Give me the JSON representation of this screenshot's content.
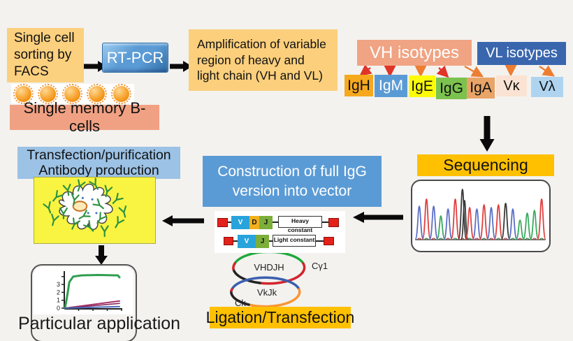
{
  "canvas": {
    "bg": "#F3F2EF"
  },
  "boxes": {
    "facs": {
      "text": "Single cell sorting by FACS",
      "bg": "#FBD07E"
    },
    "rtpcr": {
      "text": "RT-PCR"
    },
    "amplification": {
      "text": "Amplification of variable region of heavy and light chain (VH and VL)",
      "bg": "#FBCF7C"
    },
    "single_memory": {
      "text": "Single memory B-cells",
      "bg": "#F1A183"
    },
    "vh_isotypes": {
      "text": "VH isotypes",
      "bg": "#F0A483"
    },
    "vl_isotypes": {
      "text": "VL isotypes",
      "bg": "#3A66AE"
    },
    "sequencing": {
      "text": "Sequencing",
      "bg": "#FFC000"
    },
    "construction": {
      "line1": "Construction of full IgG",
      "line2": "version into  vector",
      "bg": "#5B9BD5"
    },
    "transfection": {
      "line1": "Transfection/purification",
      "line2": "Antibody production",
      "bg": "#9CC2E5"
    },
    "ligation": {
      "text": "Ligation/Transfection",
      "bg": "#FFC000"
    },
    "application": {
      "text": "Particular application"
    }
  },
  "isotypes": [
    {
      "label": "IgH",
      "bg": "#F6A81E",
      "fg": "#111111"
    },
    {
      "label": "IgM",
      "bg": "#5B9BD5",
      "fg": "#ffffff"
    },
    {
      "label": "IgE",
      "bg": "#FCFC0A",
      "fg": "#111111"
    },
    {
      "label": "IgG",
      "bg": "#7CC24E",
      "fg": "#111111"
    },
    {
      "label": "IgA",
      "bg": "#E9A468",
      "fg": "#111111"
    },
    {
      "label": "Vκ",
      "bg": "#FAE3D3",
      "fg": "#111111"
    },
    {
      "label": "Vλ",
      "bg": "#AED4F0",
      "fg": "#111111"
    }
  ],
  "constructs": {
    "heavy": {
      "segments": [
        "V",
        "D",
        "J"
      ],
      "constant_label": "Heavy constant"
    },
    "light": {
      "segments": [
        "V",
        "J"
      ],
      "constant_label": "Light constant"
    }
  },
  "plasmids": {
    "heavy": {
      "insert_label": "VHDJH",
      "constant_label": "Cγ1"
    },
    "light": {
      "insert_label": "VkJk",
      "constant_label": "Ck"
    }
  },
  "chart_data": [
    {
      "type": "area",
      "name": "sanger-sequencing-chromatogram",
      "legend": "trace colors by base",
      "colors": {
        "A_green": "#3AAA5C",
        "C_blue": "#5B6FC7",
        "G_black": "#3a3a3a",
        "T_red": "#E04040"
      },
      "peaks": [
        {
          "c": "#5B6FC7",
          "h": 48
        },
        {
          "c": "#E04040",
          "h": 58
        },
        {
          "c": "#5B6FC7",
          "h": 48
        },
        {
          "c": "#3AAA5C",
          "h": 34
        },
        {
          "c": "#5B6FC7",
          "h": 44
        },
        {
          "c": "#E04040",
          "h": 58
        },
        {
          "c": "#3a3a3a",
          "h": 72,
          "double": true
        },
        {
          "c": "#E04040",
          "h": 46
        },
        {
          "c": "#5B6FC7",
          "h": 44
        },
        {
          "c": "#E04040",
          "h": 50
        },
        {
          "c": "#5B6FC7",
          "h": 46
        },
        {
          "c": "#E04040",
          "h": 50
        },
        {
          "c": "#3a3a3a",
          "h": 52
        },
        {
          "c": "#5B6FC7",
          "h": 44
        },
        {
          "c": "#3AAA5C",
          "h": 28
        },
        {
          "c": "#3AAA5C",
          "h": 38
        },
        {
          "c": "#3AAA5C",
          "h": 42
        },
        {
          "c": "#E04040",
          "h": 58
        }
      ]
    },
    {
      "type": "line",
      "name": "particular-application-binding-curve",
      "ylabel_ticks": [
        0,
        1,
        2,
        3
      ],
      "x_tick_count": 4,
      "grid": false,
      "series": [
        {
          "name": "selected-antibody",
          "color": "#2E9E4F",
          "width": 3,
          "x": [
            0,
            0.04,
            0.08,
            0.15,
            0.3,
            0.6,
            0.97,
            1
          ],
          "y": [
            0,
            1.5,
            3.3,
            4.0,
            4.15,
            4.2,
            4.15,
            3.9
          ]
        },
        {
          "name": "control-1",
          "color": "#A83268",
          "width": 2,
          "x": [
            0,
            1
          ],
          "y": [
            0,
            0.9
          ]
        },
        {
          "name": "control-2",
          "color": "#8A2B5E",
          "width": 1.6,
          "x": [
            0,
            1
          ],
          "y": [
            0,
            0.6
          ]
        },
        {
          "name": "control-3",
          "color": "#4A69B8",
          "width": 2,
          "x": [
            0,
            1
          ],
          "y": [
            0,
            0.2
          ]
        }
      ]
    }
  ]
}
